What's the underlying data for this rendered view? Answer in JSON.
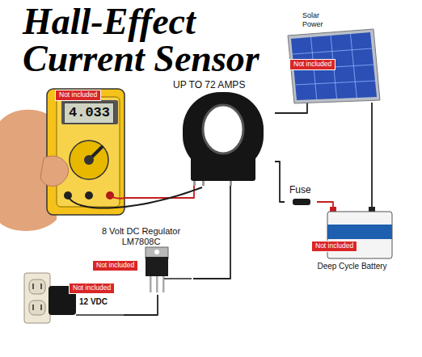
{
  "diagram": {
    "title": "Hall-Effect Current Sensor",
    "nodes": [
      {
        "text": [
          "Not included",
          "4.033"
        ]
      },
      {
        "text": [
          "UP TO 72 AMPS"
        ]
      },
      {
        "text": [
          "Solar Power",
          "Not included"
        ]
      },
      {
        "text": [
          "Fuse"
        ]
      },
      {
        "text": [
          "Not included",
          "Deep Cycle Battery"
        ]
      },
      {
        "text": [
          "8 Volt DC Regulator LM7808C",
          "Not included"
        ]
      },
      {
        "text": [
          "Not included",
          "12 VDC"
        ]
      }
    ],
    "edges": [
      {
        "from": 0,
        "to": 1,
        "arrow": "none"
      },
      {
        "from": 2,
        "to": 1,
        "arrow": "none"
      },
      {
        "from": 1,
        "to": 3,
        "arrow": "none"
      },
      {
        "from": 3,
        "to": 4,
        "arrow": "none"
      },
      {
        "from": 2,
        "to": 4,
        "arrow": "none"
      },
      {
        "from": 1,
        "to": 5,
        "arrow": "none"
      },
      {
        "from": 5,
        "to": 6,
        "arrow": "none"
      }
    ]
  }
}
